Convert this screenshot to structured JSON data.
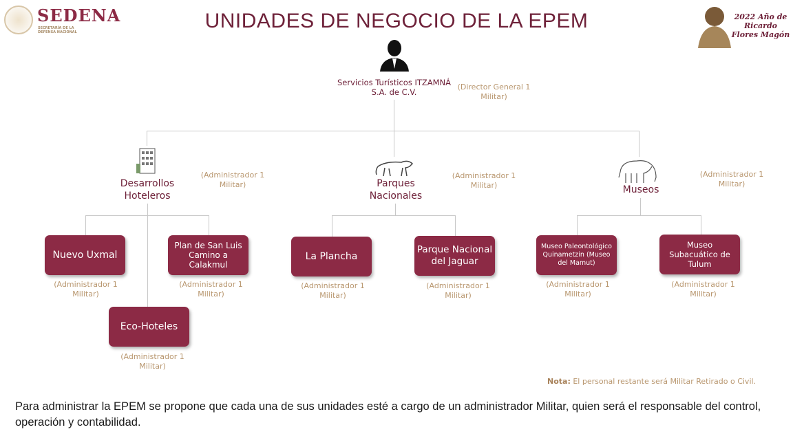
{
  "header": {
    "logo": "SEDENA",
    "logo_sub": "SECRETARÍA DE LA DEFENSA NACIONAL",
    "title": "UNIDADES DE NEGOCIO DE LA EPEM",
    "badge": "2022 Año de Ricardo Flores Magón"
  },
  "root": {
    "label": "Servicios Turísticos ITZAMNÁ S.A. de C.V.",
    "role": "(Director General 1 Militar)"
  },
  "branches": [
    {
      "label": "Desarrollos Hoteleros",
      "role": "(Administrador 1 Militar)",
      "icon": "building-icon"
    },
    {
      "label": "Parques Nacionales",
      "role": "(Administrador 1 Militar)",
      "icon": "jaguar-icon"
    },
    {
      "label": "Museos",
      "role": "(Administrador 1 Militar)",
      "icon": "elephant-icon"
    }
  ],
  "units": [
    {
      "label": "Nuevo Uxmal",
      "role": "(Administrador 1 Militar)"
    },
    {
      "label": "Plan de San Luis Camino a Calakmul",
      "role": "(Administrador 1 Militar)"
    },
    {
      "label": "Eco-Hoteles",
      "role": "(Administrador 1 Militar)"
    },
    {
      "label": "La Plancha",
      "role": "(Administrador 1 Militar)"
    },
    {
      "label": "Parque Nacional del Jaguar",
      "role": "(Administrador 1 Militar)"
    },
    {
      "label": "Museo Paleontológico Quinametzin (Museo del Mamut)",
      "role": "(Administrador 1 Militar)"
    },
    {
      "label": "Museo Subacuático de Tulum",
      "role": "(Administrador 1 Militar)"
    }
  ],
  "note": {
    "label": "Nota:",
    "text": " El personal restante será Militar Retirado o Civil."
  },
  "body": "Para administrar la EPEM se propone que cada una de sus unidades esté a cargo de un administrador Militar, quien será el responsable del control, operación y contabilidad.",
  "colors": {
    "accent": "#8c2a45",
    "gold": "#b8966e",
    "title": "#6e2139"
  }
}
